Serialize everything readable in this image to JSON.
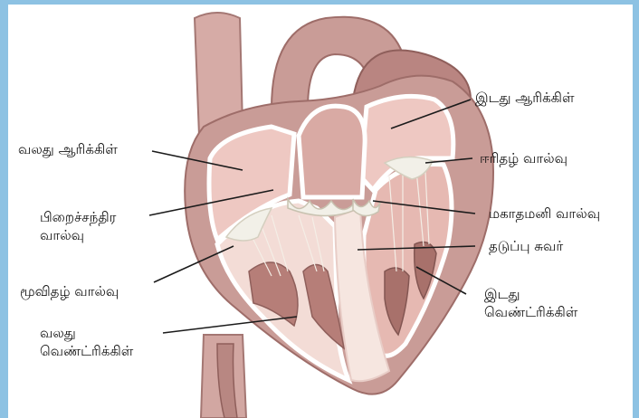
{
  "colors": {
    "frame_accent": "#8dc2e3",
    "heart_outer": "#c99c97",
    "heart_dark": "#9e6d69",
    "heart_inner": "#f3dcd6",
    "valve": "#f2f0e8",
    "leader_line": "#1b1b1b"
  },
  "labels": {
    "right_atrium": "வலது ஆரிக்கிள்",
    "tricuspid_valve": "பிறைச்சந்திர\nவால்வு",
    "tricuspid_valve_2": "மூவிதழ் வால்வு",
    "right_ventricle": "வலது\nவெண்ட்ரிக்கிள்",
    "left_atrium": "இடது ஆரிக்கிள்",
    "mitral_valve": "ஈரிதழ் வால்வு",
    "aortic_valve": "மகாதமனி வால்வு",
    "septum": "தடுப்பு சுவர்",
    "left_ventricle": "இடது\nவெண்ட்ரிக்கிள்"
  }
}
